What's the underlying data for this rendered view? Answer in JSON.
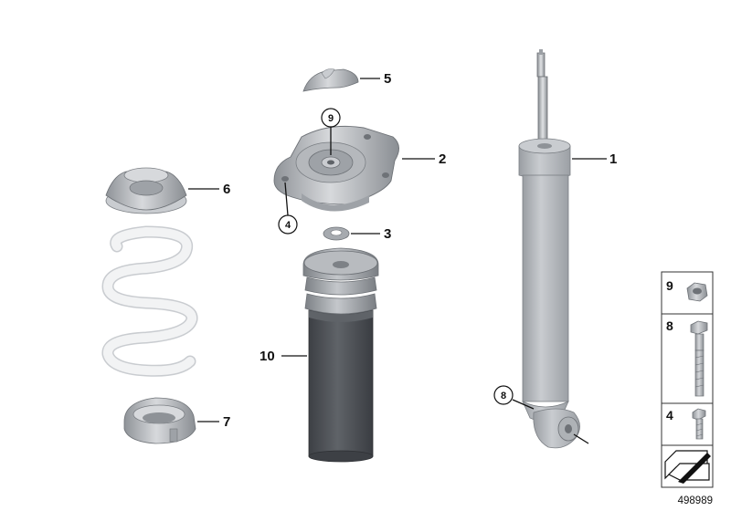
{
  "callouts": {
    "shock_absorber": "1",
    "top_mount": "2",
    "washer": "3",
    "mount_screw": "4",
    "mount_cover": "5",
    "upper_spring_seat": "6",
    "lower_spring_seat": "7",
    "shock_bolt": "8",
    "mount_nut": "9",
    "dust_boot": "10"
  },
  "legend": {
    "items": [
      {
        "number": "9",
        "part": "hex-nut-with-flange"
      },
      {
        "number": "8",
        "part": "hex-bolt"
      },
      {
        "number": "4",
        "part": "short-screw"
      }
    ]
  },
  "reference_number": "498989",
  "colors": {
    "metal": "#b9bcc0",
    "metal_dark": "#8e9297",
    "boot": "#4a4d52",
    "spring": "#f2f3f4",
    "spring_edge": "#c9ccd0",
    "line": "#111111"
  }
}
